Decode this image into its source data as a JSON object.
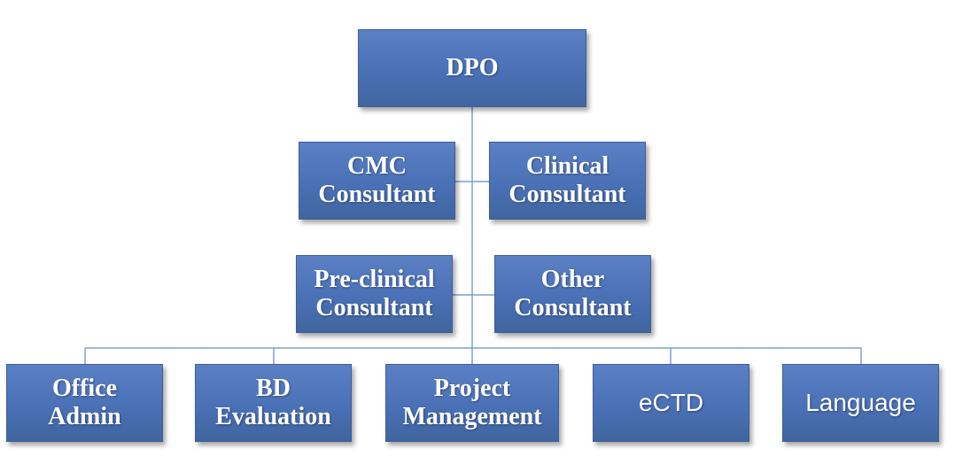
{
  "org_chart": {
    "root": {
      "label": "DPO"
    },
    "consultants_row1": [
      {
        "label": "CMC\nConsultant"
      },
      {
        "label": "Clinical\nConsultant"
      }
    ],
    "consultants_row2": [
      {
        "label": "Pre-clinical\nConsultant"
      },
      {
        "label": "Other\nConsultant"
      }
    ],
    "departments": [
      {
        "label": "Office\nAdmin"
      },
      {
        "label": "BD\nEvaluation"
      },
      {
        "label": "Project\nManagement"
      },
      {
        "label": "eCTD"
      },
      {
        "label": "Language"
      }
    ]
  },
  "colors": {
    "box_fill": "#4a70b6",
    "box_text": "#ffffff",
    "connector": "#7aa0d2"
  }
}
